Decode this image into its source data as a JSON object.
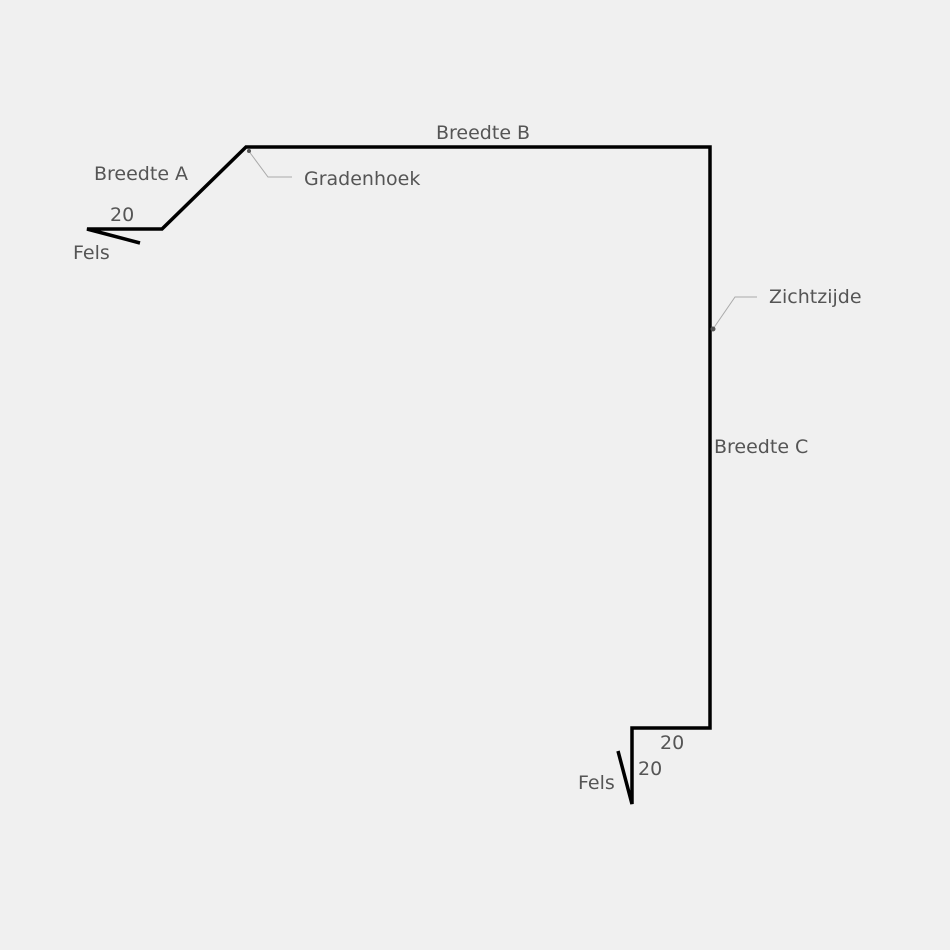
{
  "labels": {
    "breedte_a": "Breedte A",
    "breedte_b": "Breedte B",
    "breedte_c": "Breedte C",
    "gradenhoek": "Gradenhoek",
    "zichtzijde": "Zichtzijde",
    "fels_left": "Fels",
    "fels_right": "Fels",
    "dim_left": "20",
    "dim_bottom_h": "20",
    "dim_bottom_v": "20"
  },
  "colors": {
    "profile": "#000000",
    "text": "#555555",
    "leader": "#aaaaaa",
    "background": "#f0f0f0"
  }
}
